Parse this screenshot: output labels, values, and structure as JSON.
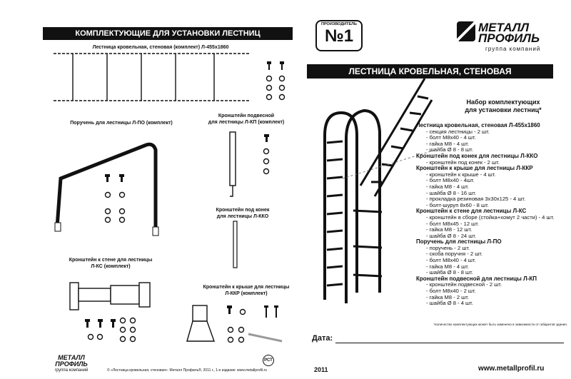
{
  "left": {
    "header": "КОМПЛЕКТУЮЩИЕ ДЛЯ УСТАНОВКИ ЛЕСТНИЦ",
    "ladder_caption": "Лестница кровельная, стеновая (комплект) Л-455х1860",
    "railing_caption": "Поручень для лестницы  Л-ПО (комплект)",
    "hang_bracket_caption": "Кронштейн подвесной\nдля лестницы Л-КП (комплект)",
    "ridge_bracket_caption": "Кронштейн под конек\nдля лестницы Л-ККО",
    "wall_bracket_caption": "Кронштейн к стене для лестницы\nЛ-КС (комплект)",
    "roof_bracket_caption": "Кронштейн к крыше для лестницы\nЛ-ККР (комплект)"
  },
  "right": {
    "producer_badge_top": "ПРОИЗВОДИТЕЛЬ",
    "producer_badge_num": "№1",
    "logo_line1": "МЕТАЛЛ",
    "logo_line2": "ПРОФИЛЬ",
    "logo_sub": "группа компаний",
    "header": "ЛЕСТНИЦА КРОВЕЛЬНАЯ, СТЕНОВАЯ",
    "set_title": "Набор комплектующих\nдля установки лестниц*",
    "sections": [
      {
        "title": "Лестница кровельная, стеновая Л-455х1860",
        "items": [
          "- секция лестницы - 2 шт.",
          "- болт М8х40 - 4 шт.",
          "- гайка М8 - 4 шт.",
          "- шайба Ø 8 - 8 шт."
        ]
      },
      {
        "title": "Кронштейн под конек для лестницы Л-ККО",
        "items": [
          "- кронштейн под конек - 2 шт."
        ]
      },
      {
        "title": "Кронштейн к крыше для лестницы Л-ККР",
        "items": [
          "- кронштейн к крыше - 4 шт.",
          "- болт М8х40 - 4шт.",
          "- гайка М8 - 4 шт.",
          "- шайба Ø 8 - 16 шт.",
          "- прокладка резиновая 3х30х125 - 4 шт.",
          "- болт-шуруп 8х60 - 8 шт."
        ]
      },
      {
        "title": "Кронштейн к стене для лестницы Л-КС",
        "items": [
          "- кронштейн в сборе (стойка+хомут 2 части) - 4 шт.",
          "- болт М8х45 - 12 шт.",
          "- гайка М8 - 12 шт.",
          "- шайба Ø 8 - 24 шт."
        ]
      },
      {
        "title": "Поручень для лестницы Л-ПО",
        "items": [
          "- поручень - 2 шт.",
          "- скоба поручня - 2 шт.",
          "- болт М8х40 - 4 шт.",
          "- гайка М8 - 4 шт.",
          "- шайба Ø 8 - 8 шт."
        ]
      },
      {
        "title": "Кронштейн подвесной для лестницы Л-КП",
        "items": [
          "- кронштейн подвесной - 2 шт.",
          "- болт М8х40 - 2 шт.",
          "- гайка М8 - 2 шт.",
          "- шайба Ø 8 - 4 шт."
        ]
      }
    ],
    "footnote": "*количество комплектующих может быть изменено в зависимости от габаритов здания.",
    "date_label": "Дата:"
  },
  "footer": {
    "logo_line1": "МЕТАЛЛ",
    "logo_line2": "ПРОФИЛЬ",
    "logo_sub": "группа компаний",
    "copyright": "© «Лестница кровельная, стеновая». Металл Профиль®, 2011 г., 1-е издание",
    "small_site": "www.metallprofil.ru",
    "year": "2011",
    "site": "www.metallprofil.ru"
  }
}
